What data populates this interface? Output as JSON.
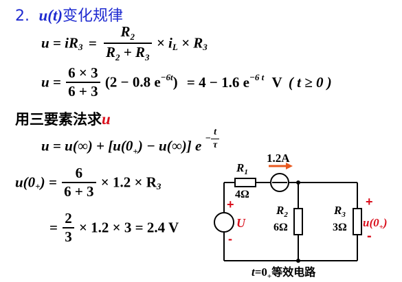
{
  "heading": {
    "number": "2.",
    "var": "u(t)",
    "text": "变化规律"
  },
  "eq1": {
    "lhs": "u = iR",
    "lhs_sub": "3",
    "eq": "=",
    "frac_num": "R",
    "frac_num_sub": "2",
    "frac_den": "R",
    "frac_den_sub1": "2",
    "frac_den_mid": " + R",
    "frac_den_sub2": "3",
    "times1": "× i",
    "times1_sub": "L",
    "times2": "× R",
    "times2_sub": "3"
  },
  "eq2": {
    "lhs": "u =",
    "frac_num": "6 × 3",
    "frac_den": "6 + 3",
    "paren": "(2 − 0.8 e",
    "exp1": "−6t",
    "close": ")",
    "result": "= 4 − 1.6 e",
    "exp2": "−6 t",
    "unit": "V",
    "cond": "( t ≥ 0 )"
  },
  "method": {
    "text": "用三要素法求",
    "var": "u"
  },
  "eq3": {
    "body": "u = u(∞) + [u(0",
    "sub": "+",
    "rest": ") − u(∞)] e",
    "exp_num": "t",
    "exp_den": "τ"
  },
  "eq4": {
    "lhs": "u(0",
    "lhs_sub": "+",
    "lhs_close": ") =",
    "frac_num": "6",
    "frac_den": "6 + 3",
    "rest": "× 1.2 × R",
    "rest_sub": "3"
  },
  "eq5": {
    "eq": "=",
    "frac_num": "2",
    "frac_den": "3",
    "rest": "× 1.2 × 3 = 2.4 V"
  },
  "circuit": {
    "r1_label": "R",
    "r1_sub": "1",
    "r1_value": "4Ω",
    "source_label": "1.2A",
    "r2_label": "R",
    "r2_sub": "2",
    "r2_value": "6Ω",
    "r3_label": "R",
    "r3_sub": "3",
    "r3_value": "3Ω",
    "vsrc_plus": "+",
    "vsrc_label": "U",
    "vsrc_minus": "-",
    "out_plus": "+",
    "out_label": "u(0",
    "out_sub": "+",
    "out_close": ")",
    "out_minus": "-",
    "caption_t": "t",
    "caption_eq": "=0",
    "caption_sub": "+",
    "caption_text": "等效电路"
  },
  "colors": {
    "blue": "#1f2bd0",
    "red": "#d90f1c",
    "arrow": "#e8581f"
  }
}
